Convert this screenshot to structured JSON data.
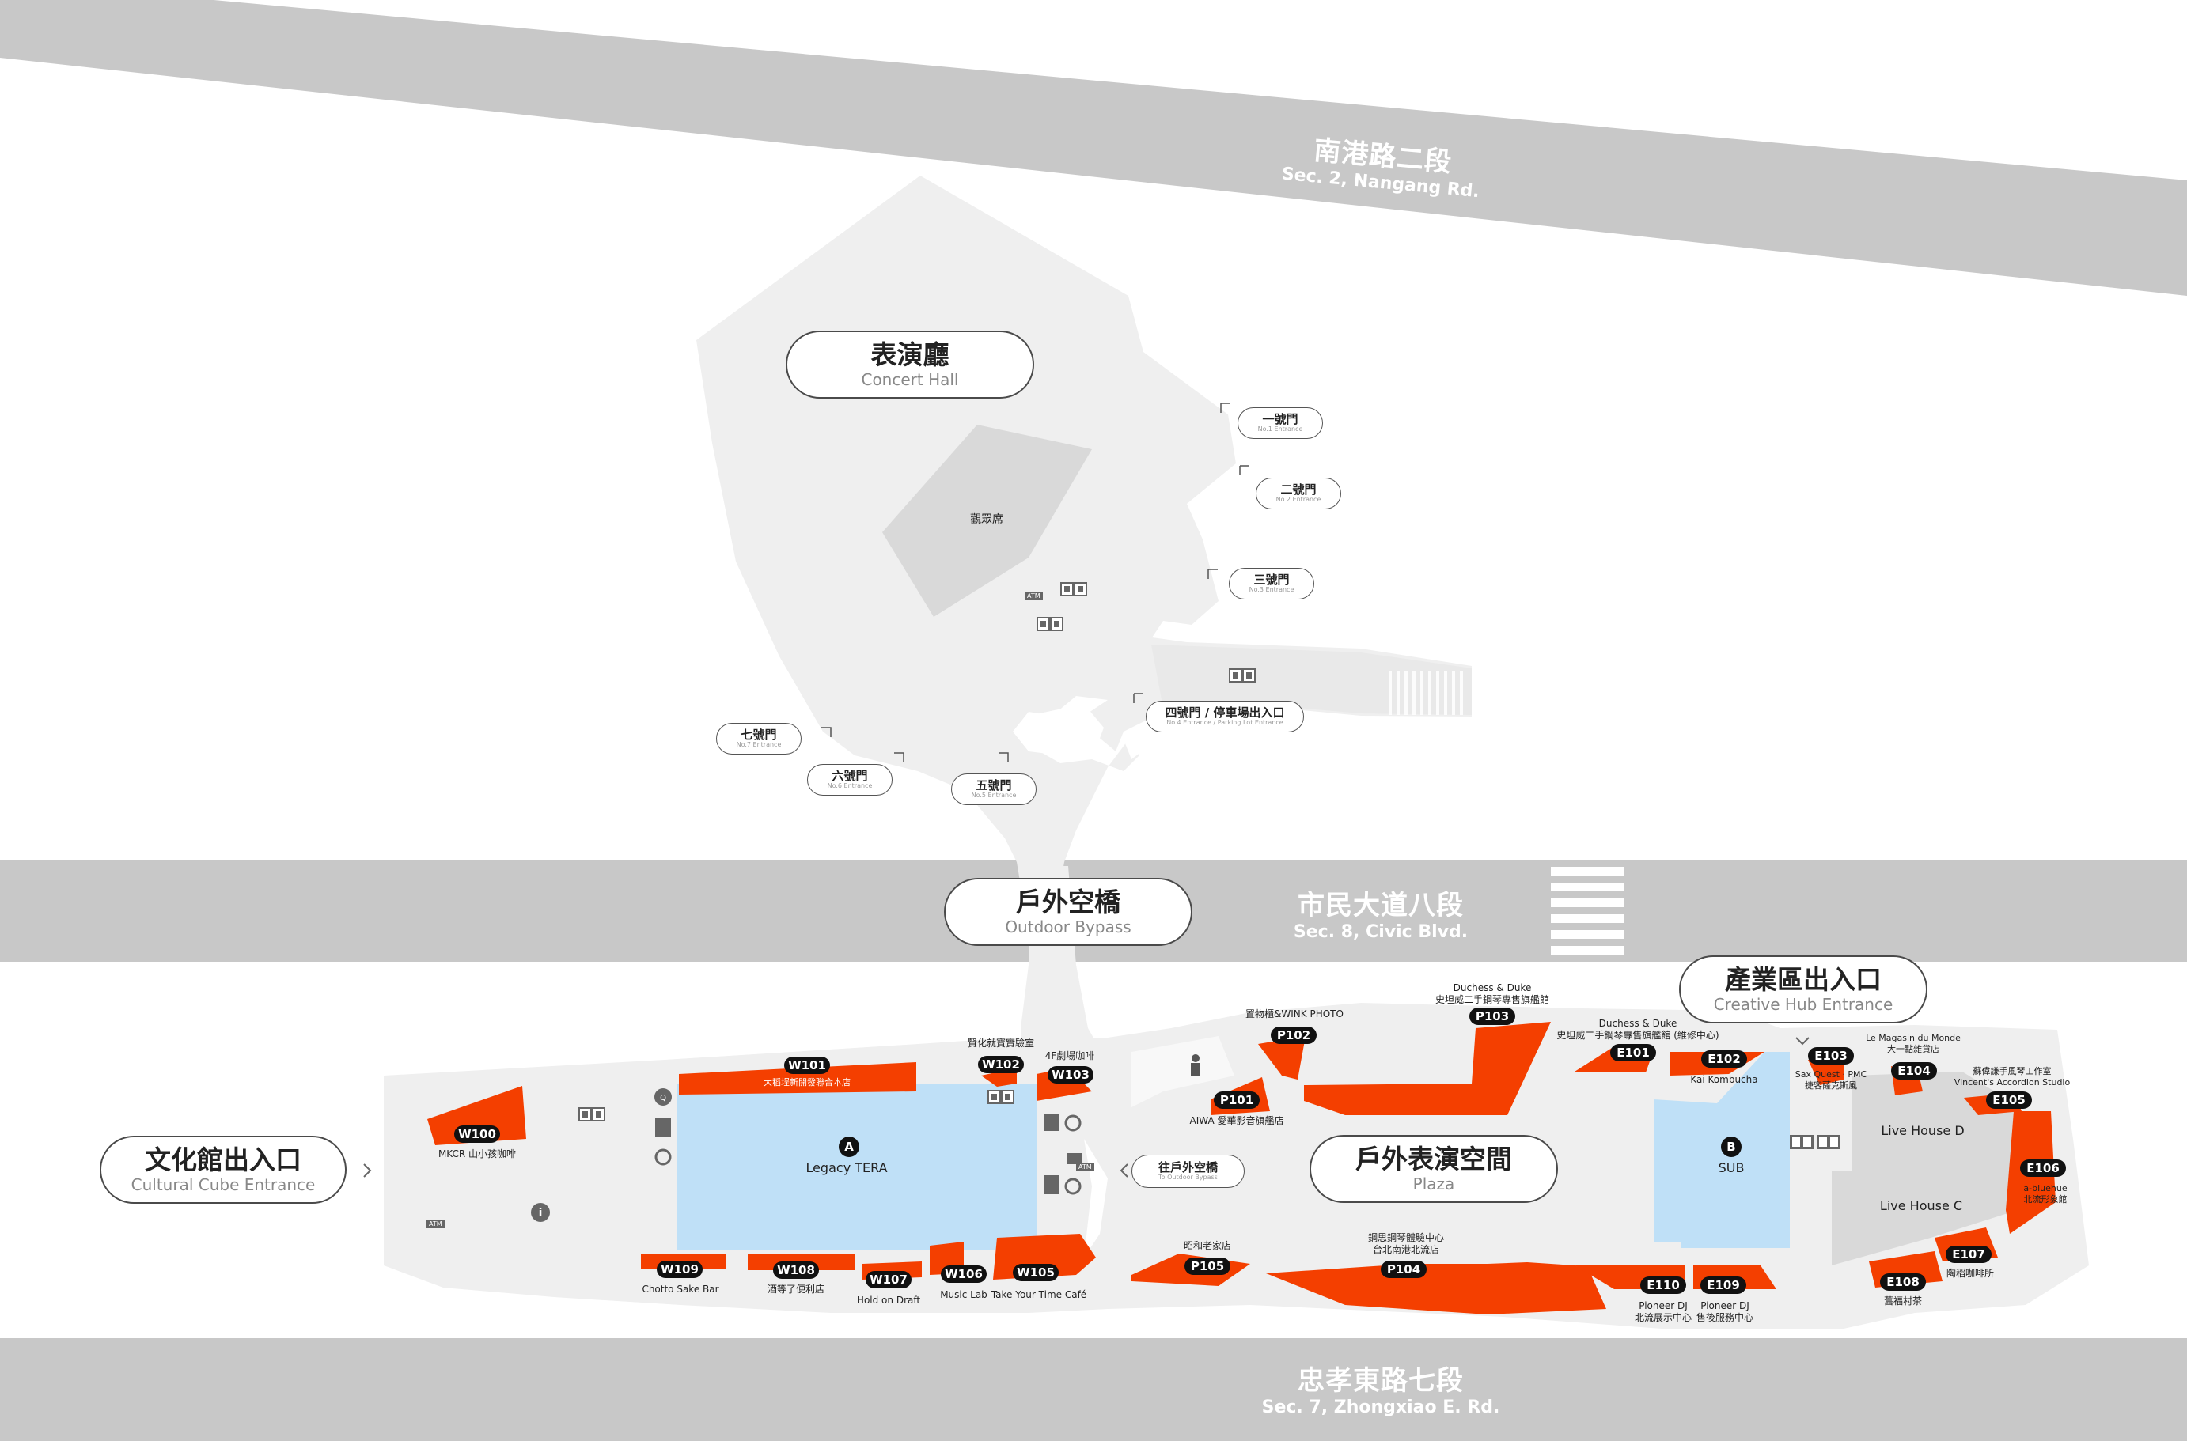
{
  "roads": {
    "top": {
      "zh": "南港路二段",
      "en": "Sec. 2, Nangang Rd."
    },
    "middle": {
      "zh": "市民大道八段",
      "en": "Sec. 8, Civic Blvd."
    },
    "bottom": {
      "zh": "忠孝東路七段",
      "en": "Sec. 7, Zhongxiao E. Rd."
    }
  },
  "areas": {
    "concert_hall": {
      "zh": "表演廳",
      "en": "Concert Hall"
    },
    "seating": "觀眾席",
    "outdoor_bypass": {
      "zh": "戶外空橋",
      "en": "Outdoor Bypass"
    },
    "creative_hub_entrance": {
      "zh": "產業區出入口",
      "en": "Creative Hub Entrance"
    },
    "cultural_cube_entrance": {
      "zh": "文化館出入口",
      "en": "Cultural Cube Entrance"
    },
    "plaza": {
      "zh": "戶外表演空間",
      "en": "Plaza"
    },
    "to_outdoor_bypass": {
      "zh": "往戶外空橋",
      "en": "To Outdoor Bypass"
    },
    "legacy_tera": {
      "code": "A",
      "name": "Legacy TERA"
    },
    "sub": {
      "code": "B",
      "name": "SUB"
    },
    "live_house_d": "Live House D",
    "live_house_c": "Live House C"
  },
  "gates": [
    {
      "zh": "一號門",
      "en": "No.1 Entrance"
    },
    {
      "zh": "二號門",
      "en": "No.2 Entrance"
    },
    {
      "zh": "三號門",
      "en": "No.3 Entrance"
    },
    {
      "zh": "四號門 / 停車場出入口",
      "en": "No.4 Entrance / Parking Lot Entrance"
    },
    {
      "zh": "五號門",
      "en": "No.5 Entrance"
    },
    {
      "zh": "六號門",
      "en": "No.6 Entrance"
    },
    {
      "zh": "七號門",
      "en": "No.7 Entrance"
    }
  ],
  "shops": {
    "W100": {
      "code": "W100",
      "name": "MKCR 山小孩咖啡"
    },
    "W101": {
      "code": "W101",
      "name": "大稻埕新開發聯合本店"
    },
    "W102": {
      "code": "W102",
      "name": "賢化就寶實驗室"
    },
    "W103": {
      "code": "W103",
      "name": "4F劇場咖啡"
    },
    "W105": {
      "code": "W105",
      "name": "Take Your Time Café"
    },
    "W106": {
      "code": "W106",
      "name": "Music Lab"
    },
    "W107": {
      "code": "W107",
      "name": "Hold on Draft"
    },
    "W108": {
      "code": "W108",
      "name": "酒等了便利店"
    },
    "W109": {
      "code": "W109",
      "name": "Chotto Sake Bar"
    },
    "P101": {
      "code": "P101",
      "name": "AIWA 愛華影音旗艦店"
    },
    "P102": {
      "code": "P102",
      "name": "置物櫃&WINK PHOTO"
    },
    "P103": {
      "code": "P103",
      "name1": "Duchess & Duke",
      "name2": "史坦威二手鋼琴專售旗艦館"
    },
    "P104": {
      "code": "P104",
      "name1": "鋼思鋼琴體驗中心",
      "name2": "台北南港北流店"
    },
    "P105": {
      "code": "P105",
      "name": "昭和老家店"
    },
    "E101": {
      "code": "E101",
      "name1": "Duchess & Duke",
      "name2": "史坦威二手鋼琴專售旗艦館 (維修中心)"
    },
    "E102": {
      "code": "E102",
      "name": "Kai Kombucha"
    },
    "E103": {
      "code": "E103",
      "name1": "Sax Quest · PMC",
      "name2": "捷客薩克斯風"
    },
    "E104": {
      "code": "E104",
      "name1": "Le Magasin du Monde",
      "name2": "大一點雜貨店"
    },
    "E105": {
      "code": "E105",
      "name1": "蘇偉謙手風琴工作室",
      "name2": "Vincent's Accordion Studio"
    },
    "E106": {
      "code": "E106",
      "name1": "a-bluehue",
      "name2": "北流形象館"
    },
    "E107": {
      "code": "E107",
      "name": "陶稻咖啡所"
    },
    "E108": {
      "code": "E108",
      "name": "舊福村茶"
    },
    "E109": {
      "code": "E109",
      "name1": "Pioneer DJ",
      "name2": "售後服務中心"
    },
    "E110": {
      "code": "E110",
      "name1": "Pioneer DJ",
      "name2": "北流展示中心"
    }
  },
  "facility_tags": {
    "atm": "ATM"
  },
  "colors": {
    "road": "#c8c8c8",
    "building": "#efefef",
    "shop": "#f43f00",
    "venue": "#bfe0f7",
    "livehouse": "#d9d9d9"
  }
}
